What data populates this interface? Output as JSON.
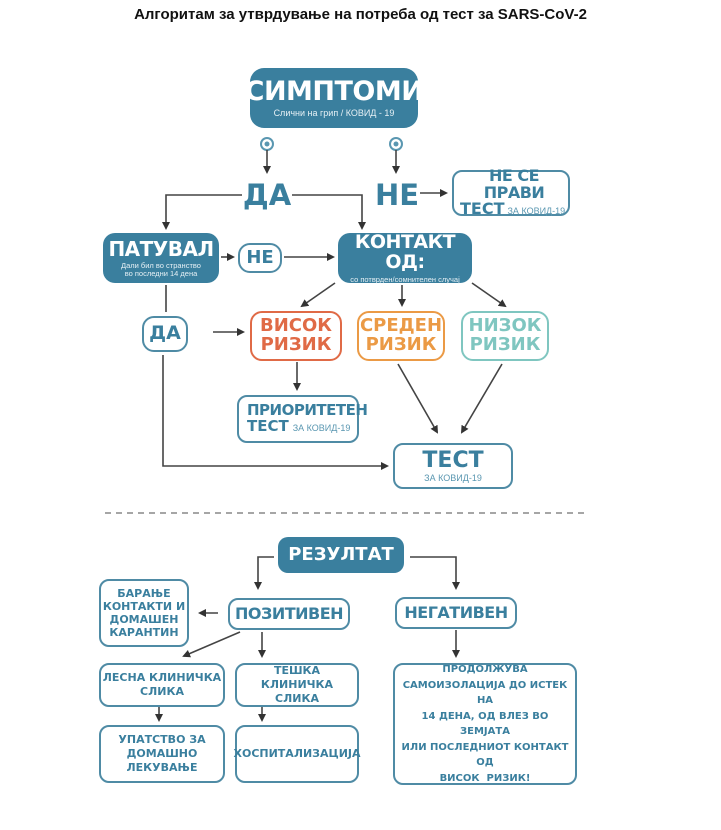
{
  "title": "Алгоритам за утврдување на потреба од тест за SARS-CoV-2",
  "colors": {
    "primary": "#3a7f9e",
    "outline": "#4f8ba5",
    "high_risk": "#e06a46",
    "medium_risk": "#eb9a45",
    "low_risk": "#7fc6c0",
    "arrow": "#333333"
  },
  "symptoms": {
    "label": "СИМПТОМИ",
    "sub": "Слични на грип / КОВИД - 19"
  },
  "yes_top": "ДА",
  "no_top": "НЕ",
  "no_test": {
    "line1": "НЕ СЕ ПРАВИ",
    "line2": "ТЕСТ",
    "suffix": "ЗА КОВИД-19"
  },
  "traveled": {
    "label": "ПАТУВАЛ",
    "sub1": "Дали бил во странство",
    "sub2": "во последни 14 дена"
  },
  "traveled_no": "НЕ",
  "traveled_yes": "ДА",
  "contact": {
    "label": "КОНТАКТ ОД:",
    "sub": "со потврден/сомнителен случај"
  },
  "risks": [
    {
      "line1": "ВИСОК",
      "line2": "РИЗИК"
    },
    {
      "line1": "СРЕДЕН",
      "line2": "РИЗИК"
    },
    {
      "line1": "НИЗОК",
      "line2": "РИЗИК"
    }
  ],
  "priority_test": {
    "line1": "ПРИОРИТЕТЕН",
    "line2": "ТЕСТ",
    "suffix": "ЗА КОВИД-19"
  },
  "test": {
    "label": "ТЕСТ",
    "sub": "ЗА КОВИД-19"
  },
  "result": "РЕЗУЛТАТ",
  "positive": "ПОЗИТИВЕН",
  "negative": "НЕГАТИВЕН",
  "contacts_quarantine": [
    "БАРАЊЕ",
    "КОНТАКТИ И",
    "ДОМАШЕН",
    "КАРАНТИН"
  ],
  "mild": [
    "ЛЕСНА КЛИНИЧКА",
    "СЛИКА"
  ],
  "severe": [
    "ТЕШКА КЛИНИЧКА",
    "СЛИКА"
  ],
  "home_treatment": [
    "УПАТСТВО ЗА",
    "ДОМАШНО",
    "ЛЕКУВАЊЕ"
  ],
  "hospitalization": "ХОСПИТАЛИЗАЦИЈА",
  "negative_advice": [
    "ПРОДОЛЖУВА",
    "САМОИЗОЛАЦИЈА ДО ИСТЕК НА",
    "14 ДЕНА, ОД ВЛЕЗ ВО ЗЕМЈАТА",
    "ИЛИ ПОСЛЕДНИОТ КОНТАКТ ОД",
    "ВИСОК  РИЗИК!"
  ]
}
